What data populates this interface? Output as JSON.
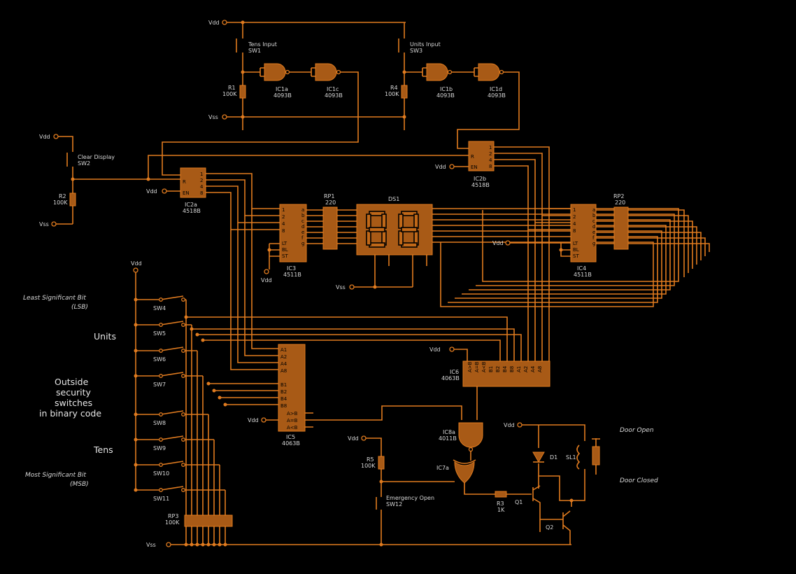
{
  "supply": {
    "vdd": "Vdd",
    "vss": "Vss"
  },
  "switches": {
    "sw1_name": "Tens Input",
    "sw1": "SW1",
    "sw3_name": "Units Input",
    "sw3": "SW3",
    "sw2_name": "Clear Display",
    "sw2": "SW2",
    "sw12_name": "Emergency Open",
    "sw12": "SW12",
    "bank": [
      "SW4",
      "SW5",
      "SW6",
      "SW7",
      "SW8",
      "SW9",
      "SW10",
      "SW11"
    ]
  },
  "resistors": {
    "r1": "R1",
    "r1v": "100K",
    "r4": "R4",
    "r4v": "100K",
    "r2": "R2",
    "r2v": "100K",
    "r5": "R5",
    "r5v": "100K",
    "r3": "R3",
    "r3v": "1K",
    "rp1": "RP1",
    "rp1v": "220",
    "rp2": "RP2",
    "rp2v": "220",
    "rp3": "RP3",
    "rp3v": "100K"
  },
  "gates": {
    "ic1a": "IC1a",
    "ic1b": "IC1b",
    "ic1c": "IC1c",
    "ic1d": "IC1d",
    "ic1part": "4093B",
    "ic8a": "IC8a",
    "ic8part": "4011B",
    "ic7a": "IC7a"
  },
  "chips": {
    "ic2a": "IC2a",
    "ic2b": "IC2b",
    "ic2part": "4518B",
    "ic3": "IC3",
    "ic4": "IC4",
    "decpart": "4511B",
    "ic5": "IC5",
    "ic6": "IC6",
    "cmppart": "4063B",
    "ds1": "DS1"
  },
  "pins": {
    "R": "R",
    "EN": "EN",
    "q1": "1",
    "q2": "2",
    "q4": "4",
    "q8": "8",
    "LT": "LT",
    "BL": "BL",
    "ST": "ST",
    "segs": [
      "a",
      "b",
      "c",
      "d",
      "e",
      "f",
      "g"
    ],
    "A": [
      "A1",
      "A2",
      "A4",
      "A8"
    ],
    "B": [
      "B1",
      "B2",
      "B4",
      "B8"
    ],
    "cmp": [
      "A>B",
      "A=B",
      "A<B"
    ]
  },
  "output": {
    "d1": "D1",
    "q1": "Q1",
    "q2": "Q2",
    "sl1": "SL1",
    "open": "Door Open",
    "closed": "Door Closed"
  },
  "notes": {
    "lsb1": "Least Significant Bit",
    "lsb2": "(LSB)",
    "units": "Units",
    "out1": "Outside",
    "out2": "security",
    "out3": "switches",
    "out4": "in binary code",
    "tens": "Tens",
    "msb1": "Most Significant Bit",
    "msb2": "(MSB)"
  }
}
